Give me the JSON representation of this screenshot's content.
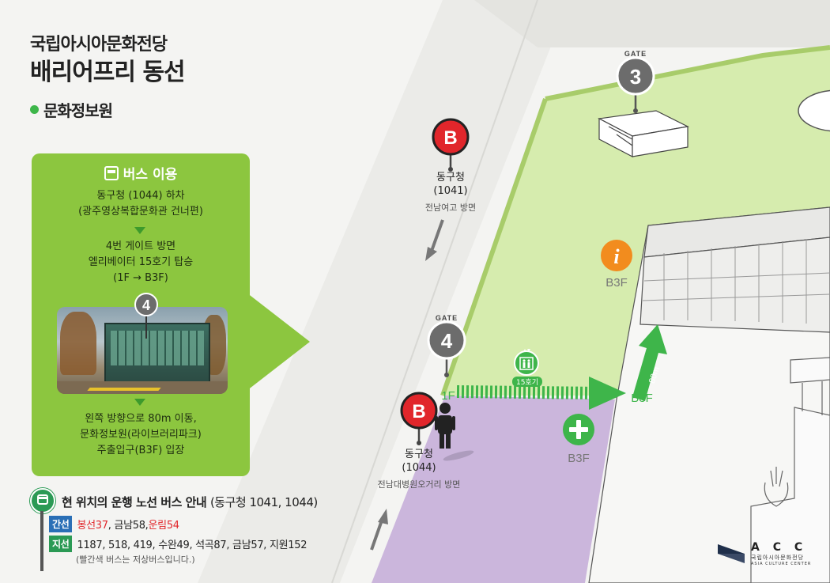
{
  "header": {
    "line1": "국립아시아문화전당",
    "line2": "배리어프리 동선",
    "section": "문화정보원"
  },
  "callout": {
    "heading": "버스 이용",
    "step1": [
      "동구청 (1044) 하차",
      "(광주영상복합문화관 건너편)"
    ],
    "step2": [
      "4번 게이트 방면",
      "엘리베이터 15호기 탑승",
      "(1F → B3F)"
    ],
    "photo_gate": "4",
    "step3": [
      "왼쪽 방향으로 80m 이동,",
      "문화정보원(라이브러리파크)",
      "주출입구(B3F) 입장"
    ]
  },
  "route_info": {
    "title": "현 위치의 운행 노선 버스 안내",
    "title_suffix": "(동구청 1041, 1044)",
    "trunk_label": "간선",
    "trunk_red_1": "봉선37",
    "trunk_plain": ", 금남58, ",
    "trunk_red_2": "운림54",
    "branch_label": "지선",
    "branch_routes": "1187, 518, 419, 수완49, 석곡87, 금남57, 지원152",
    "note": "(빨간색 버스는 저상버스입니다.)",
    "colors": {
      "trunk": "#2a6fb6",
      "branch": "#2b9a55",
      "low_floor": "#e1262b"
    }
  },
  "map": {
    "gate_word": "GATE",
    "gate3": "3",
    "gate4": "4",
    "stop_letter": "B",
    "stop_top": {
      "name": "동구청",
      "code": "(1041)",
      "dir": "전남여고 방면"
    },
    "stop_bottom": {
      "name": "동구청",
      "code": "(1044)",
      "dir": "전남대병원오거리 방면"
    },
    "info_letter": "i",
    "info_floor": "B3F",
    "elevator_label": "15호기",
    "floor_1f": "1F",
    "floor_b3f_arrow": "B3F",
    "medical_floor": "B3F",
    "distance": "80m",
    "colors": {
      "plaza": "#d6ecae",
      "plaza_edge": "#a8cc6a",
      "purple_zone": "#cbb6dc",
      "route_green": "#3eb54a",
      "marker_red": "#e1262b",
      "marker_gray": "#6c6c6c",
      "info_orange": "#f28c1e",
      "medical_green": "#3eb54a"
    }
  },
  "brand": {
    "name": "A C C",
    "sub": "국립아시아문화전당",
    "sub_en": "ASIA CULTURE CENTER"
  }
}
